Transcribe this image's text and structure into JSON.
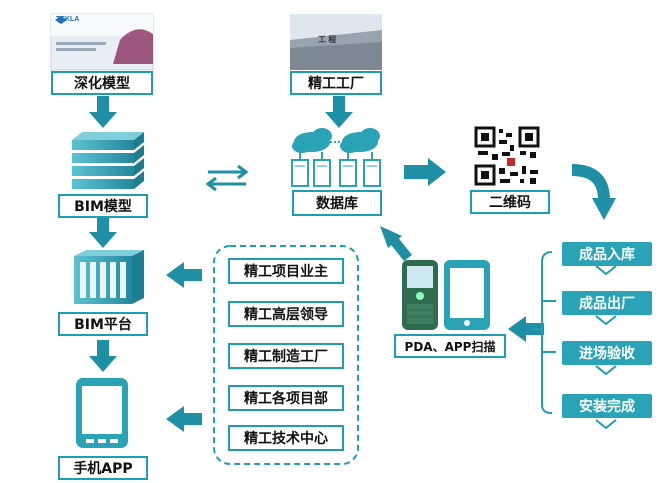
{
  "nodes": {
    "deepening": "深化模型",
    "factory": "精工工厂",
    "bim_model": "BIM模型",
    "database": "数据库",
    "qrcode": "二维码",
    "bim_platform": "BIM平台",
    "pda_app": "PDA、APP扫描",
    "mobile_app": "手机APP"
  },
  "users": [
    "精工项目业主",
    "精工高层领导",
    "精工制造工厂",
    "精工各项目部",
    "精工技术中心"
  ],
  "steps": [
    "成品入库",
    "成品出厂",
    "进场验收",
    "安装完成"
  ],
  "thumb": {
    "brand": "TEKLA",
    "sign": "工 程"
  },
  "colors": {
    "teal": "#2aa3b7",
    "border": "#1f9db3",
    "arrow": "#1f8fa5"
  }
}
